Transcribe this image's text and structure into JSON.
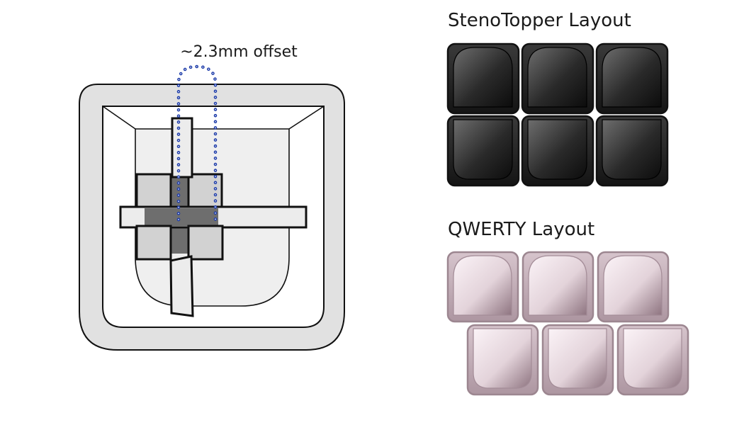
{
  "labels": {
    "offset": "~2.3mm offset",
    "steno_title": "StenoTopper Layout",
    "qwerty_title": "QWERTY Layout"
  },
  "steno": {
    "rows": 2,
    "cols": 3,
    "colors": {
      "outline": "#111111",
      "light": "#6e6e6e",
      "dark": "#0c0c0c",
      "fill": "#2a2a2a"
    }
  },
  "qwerty": {
    "rows": 2,
    "cols": 3,
    "row_stagger": "bottom row shifted right",
    "colors": {
      "outline": "#9c8690",
      "light": "#fbf3f7",
      "dark": "#8e7480",
      "fill": "#c9b5be"
    }
  },
  "switch": {
    "colors": {
      "housing": "#e1e1e1",
      "inner": "#ffffff",
      "shell": "#efefef",
      "stem": "#6e6e6e",
      "stem_wings": "#d2d2d2",
      "bar": "#ececec",
      "outline": "#111111",
      "offset_marker": "#1b3aa8"
    }
  }
}
